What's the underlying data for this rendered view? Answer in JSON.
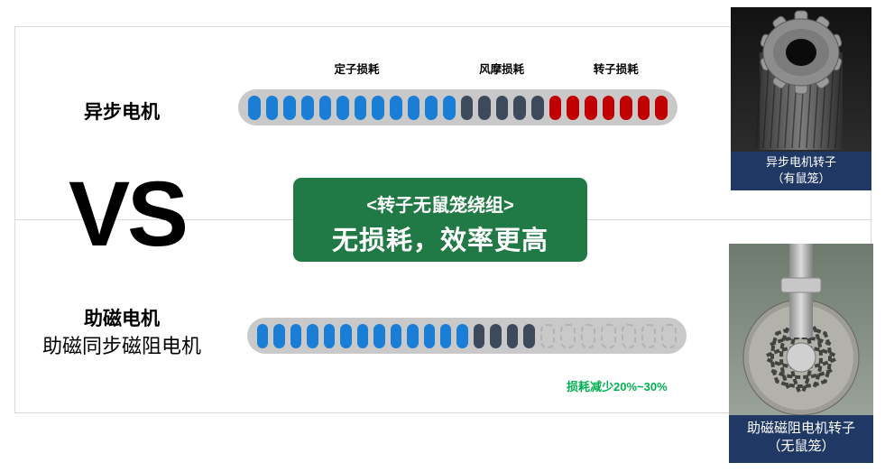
{
  "slide": {
    "vs_label": "VS",
    "callout": {
      "line1": "<转子无鼠笼绕组>",
      "line2": "无损耗，效率更高"
    }
  },
  "comparison": {
    "top": {
      "motor_name": "异步电机",
      "loss_labels": [
        "定子损耗",
        "风摩损耗",
        "转子损耗"
      ],
      "segments": [
        {
          "type": "stator-loss",
          "color": "blue",
          "count": 12
        },
        {
          "type": "windage-loss",
          "color": "dark",
          "count": 5
        },
        {
          "type": "rotor-loss",
          "color": "red",
          "count": 7
        }
      ]
    },
    "bottom": {
      "motor_name": "助磁电机",
      "motor_subtitle": "助磁同步磁阻电机",
      "segments": [
        {
          "type": "stator-loss",
          "color": "blue",
          "count": 13
        },
        {
          "type": "windage-loss",
          "color": "dark",
          "count": 4
        },
        {
          "type": "eliminated-loss",
          "color": "empty",
          "count": 7
        }
      ],
      "loss_note": "损耗减少20%~30%"
    }
  },
  "photos": {
    "top": {
      "caption_line1": "异步电机转子",
      "caption_line2": "（有鼠笼）"
    },
    "bottom": {
      "caption_line1": "助磁磁阻电机转子",
      "caption_line2": "（无鼠笼）"
    }
  },
  "colors": {
    "blue": "#1a7ed6",
    "dark": "#3d4a5c",
    "red": "#c00000",
    "empty_border": "#b3b3b3",
    "bar_bg": "#c9c9c9",
    "callout_green": "#217a46",
    "note_green": "#00b050",
    "caption_blue": "#1f3864"
  }
}
